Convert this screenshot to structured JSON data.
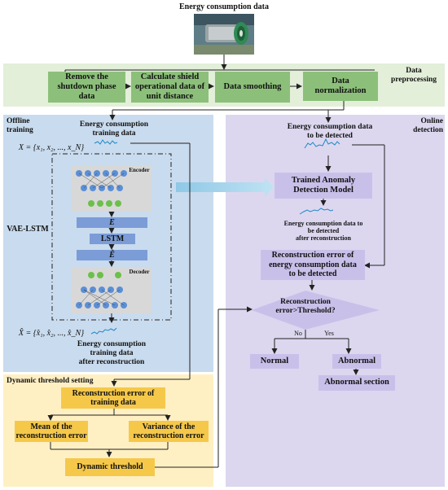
{
  "top": {
    "title": "Energy consumption data"
  },
  "preprocessing": {
    "section_label": "Data\npreprocessing",
    "steps": [
      "Remove the\nshutdown phase\ndata",
      "Calculate shield\noperational data of\nunit distance",
      "Data smoothing",
      "Data\nnormalization"
    ]
  },
  "offline": {
    "section_label": "Offline\ntraining",
    "input_label": "Energy consumption\ntraining data",
    "input_formula": "X = {x₁, x₂, ..., x_N}",
    "model_label": "VAE-LSTM",
    "encoder_label": "Encoder",
    "decoder_label": "Decoder",
    "e_label": "E",
    "lstm_label": "LSTM",
    "e_hat_label": "Ê",
    "output_formula": "X̂ = {x̂₁, x̂₂, ..., x̂_N}",
    "output_label": "Energy consumption\ntraining data\nafter reconstruction"
  },
  "threshold": {
    "section_label": "Dynamic threshold setting",
    "recon_error": "Reconstruction error of\ntraining data",
    "mean": "Mean of the\nreconstruction error",
    "variance": "Variance of the\nreconstruction error",
    "dynamic": "Dynamic threshold"
  },
  "online": {
    "section_label": "Online\ndetection",
    "input_label": "Energy consumption data\nto be detected",
    "model": "Trained Anomaly\nDetection Model",
    "recon_label": "Energy consumption data to\nbe detected\nafter reconstruction",
    "recon_error": "Reconstruction error of\nenergy consumption data\nto be detected",
    "decision": "Reconstruction\nerror>Threshold?",
    "no": "No",
    "yes": "Yes",
    "normal": "Normal",
    "abnormal": "Abnormal",
    "abnormal_section": "Abnormal section"
  },
  "colors": {
    "preprocessing_bg": "#e3efd9",
    "offline_bg": "#c9dbee",
    "threshold_bg": "#fff0c4",
    "online_bg": "#dcd7ef",
    "green_box": "#8cc07a",
    "purple_box": "#c9c0ea",
    "yellow_box": "#f5c84a",
    "layer_bar": "#7b9cd6"
  }
}
